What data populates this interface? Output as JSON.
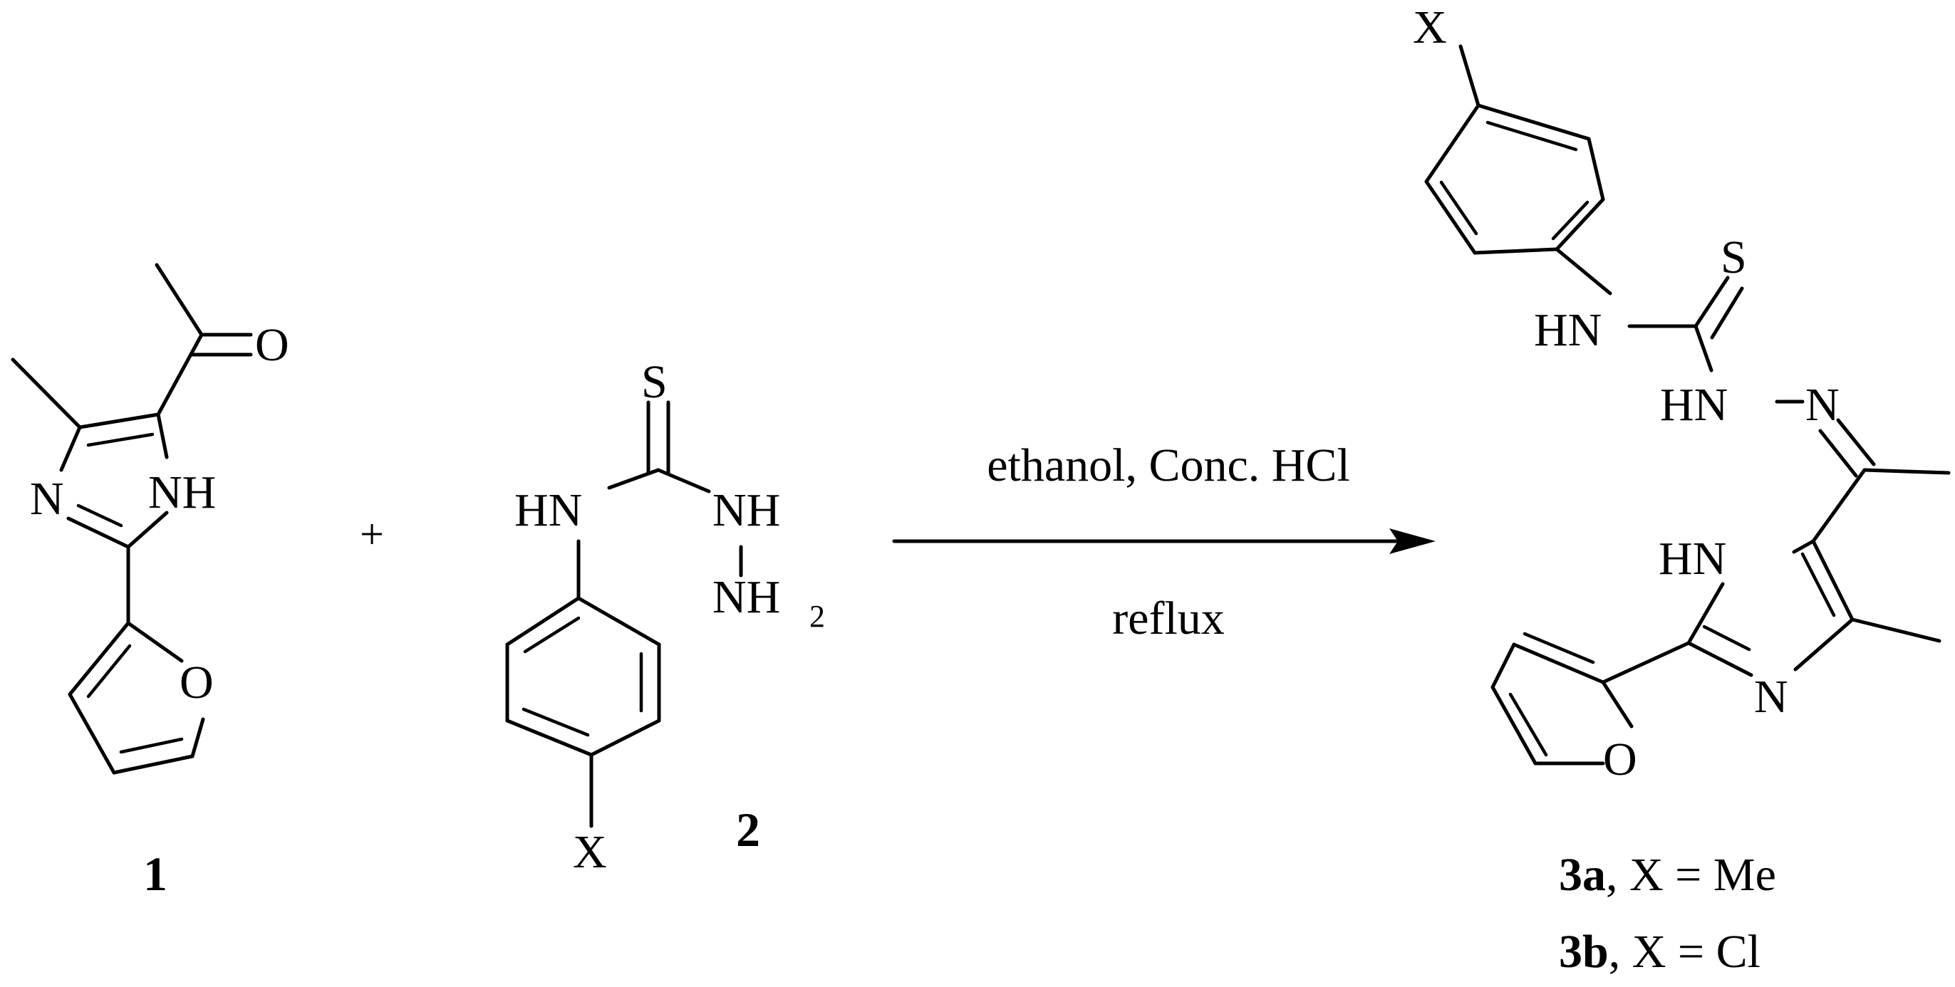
{
  "reactant1": {
    "atoms": {
      "O_ketone": "O",
      "N_ring": "N",
      "NH_ring": "NH",
      "O_furan": "O"
    },
    "label": "1"
  },
  "plus_sign": "+",
  "reactant2": {
    "atoms": {
      "S": "S",
      "HN": "HN",
      "NH": "NH",
      "NH2_main": "NH",
      "NH2_sub": "2",
      "X": "X"
    },
    "label": "2"
  },
  "arrow": {
    "conditions_above": "ethanol, Conc. HCl",
    "conditions_below": "reflux"
  },
  "product": {
    "atoms": {
      "X": "X",
      "S": "S",
      "HN_thio": "HN",
      "HN_hydrazone": "HN",
      "N_hydrazone": "N",
      "HN_ring": "HN",
      "N_ring": "N",
      "O_furan": "O"
    },
    "labels": [
      {
        "id": "3a",
        "sep": ", X = Me"
      },
      {
        "id": "3b",
        "sep": ", X = Cl"
      }
    ]
  }
}
